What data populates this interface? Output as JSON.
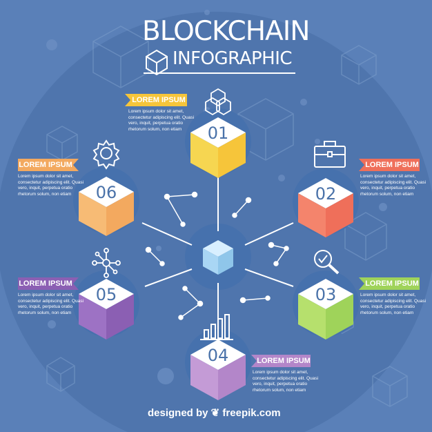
{
  "title": {
    "line1": "BLOCKCHAIN",
    "line2": "INFOGRAPHIC"
  },
  "colors": {
    "background": "#5a80b8",
    "circle": "#4f75ad",
    "halo": "#4671ad",
    "step01": "#f6c53a",
    "step02": "#ef6f5a",
    "step03": "#9fd35a",
    "step04": "#b386c9",
    "step05": "#8b5fb3",
    "step06": "#f3a95f",
    "center": "#8fc6ea"
  },
  "steps": [
    {
      "number": "01",
      "ribbon": "LOREM IPSUM",
      "lines": [
        "Lorem ipsum dolor sit amet,",
        "consectetur adipiscing elit. Quasi",
        "vero, inquit, perpetua oratio",
        "rhetorum solum, non etiam"
      ],
      "icon": "blocks-icon"
    },
    {
      "number": "02",
      "ribbon": "LOREM IPSUM",
      "lines": [
        "Lorem ipsum dolor sit amet,",
        "consectetur adipiscing elit. Quasi",
        "vero, inquit, perpetua oratio",
        "rhetorum solum, non etiam"
      ],
      "icon": "briefcase-icon"
    },
    {
      "number": "03",
      "ribbon": "LOREM IPSUM",
      "lines": [
        "Lorem ipsum dolor sit amet,",
        "consectetur adipiscing elit. Quasi",
        "vero, inquit, perpetua oratio",
        "rhetorum solum, non etiam"
      ],
      "icon": "magnifier-check-icon"
    },
    {
      "number": "04",
      "ribbon": "LOREM IPSUM",
      "lines": [
        "Lorem ipsum dolor sit amet,",
        "consectetur adipiscing elit. Quasi",
        "vero, inquit, perpetua oratio",
        "rhetorum solum, non etiam"
      ],
      "icon": "bar-chart-icon"
    },
    {
      "number": "05",
      "ribbon": "LOREM IPSUM",
      "lines": [
        "Lorem ipsum dolor sit amet,",
        "consectetur adipiscing elit. Quasi",
        "vero, inquit, perpetua oratio",
        "rhetorum solum, non etiam"
      ],
      "icon": "network-icon"
    },
    {
      "number": "06",
      "ribbon": "LOREM IPSUM",
      "lines": [
        "Lorem ipsum dolor sit amet,",
        "consectetur adipiscing elit. Quasi",
        "vero, inquit, perpetua oratio",
        "rhetorum solum, non etiam"
      ],
      "icon": "gear-icon"
    }
  ],
  "credit": "designed by ❦ freepik.com"
}
